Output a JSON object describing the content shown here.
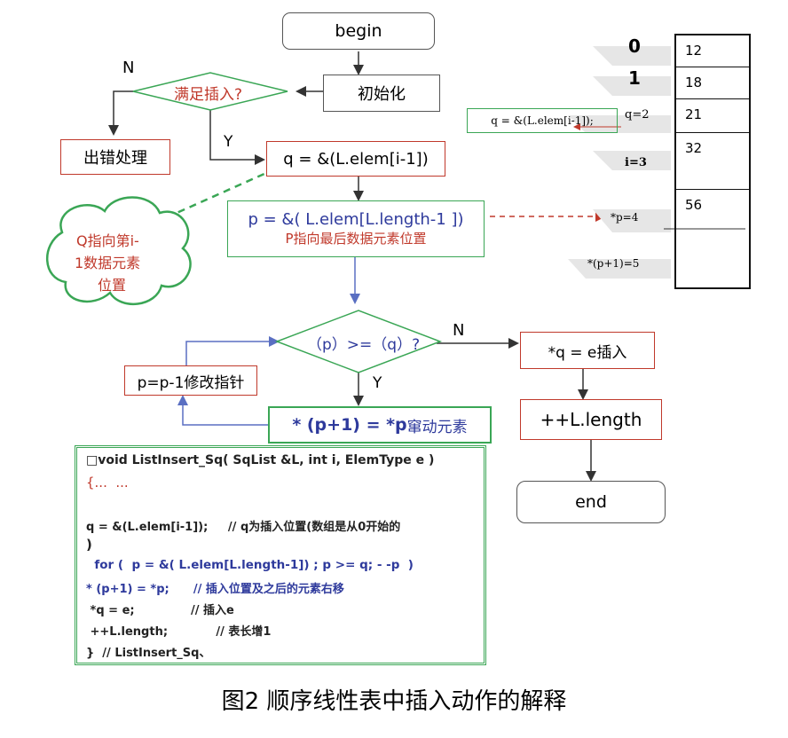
{
  "flow": {
    "begin": "begin",
    "init": "初始化",
    "cond1": "满足插入?",
    "n1": "N",
    "y1": "Y",
    "error": "出错处理",
    "q_assign": "q = &(L.elem[i-1])",
    "p_assign": "p = &( L.elem[L.length-1 ])",
    "p_note": "P指向最后数据元素位置",
    "cloud": [
      "Q指向第i-",
      "1数据元素",
      "位置"
    ],
    "cond2": "（p）>=（q）?",
    "n2": "N",
    "y2": "Y",
    "p_dec": "p=p-1修改指针",
    "move": "* (p+1) = *p",
    "move_note": "窜动元素",
    "insert": "*q = e插入",
    "inc_len": "++L.length",
    "end": "end"
  },
  "array": {
    "cells": [
      "12",
      "18",
      "21",
      "32",
      "56",
      ""
    ],
    "index0": "0",
    "index1": "1",
    "q_note": "q = &(L.elem[i-1]);",
    "q2": "q=2",
    "i3": "i=3",
    "p4": "*p=4",
    "p1_5": "*(p+1)=5"
  },
  "code": {
    "lines": [
      "□void ListInsert_Sq( SqList &L, int i, ElemType e )",
      "{...  ...",
      "",
      "q = &(L.elem[i-1]);     // q为插入位置(数组是从0开始的",
      ")",
      "  for (  p = &( L.elem[L.length-1]) ; p >= q; - -p  )",
      "* (p+1) = *p;      // 插入位置及之后的元素右移",
      " *q = e;              // 插入e",
      " ++L.length;            // 表长增1",
      "}  // ListInsert_Sq、"
    ]
  },
  "caption": "图2   顺序线性表中插入动作的解释",
  "colors": {
    "red_border": "#c0392b",
    "green_border": "#3aa655",
    "blue": "#2e3a9c",
    "dark_border": "#555555"
  }
}
